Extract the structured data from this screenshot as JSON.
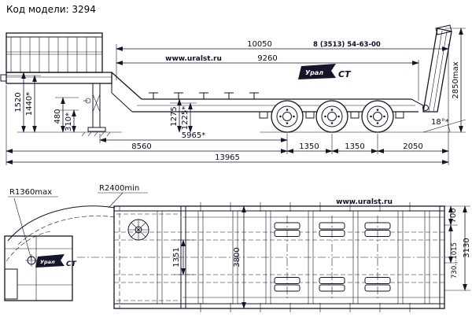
{
  "page": {
    "model_code": "Код модели: 3294"
  },
  "contact": {
    "phone": "8 (3513) 54-63-00",
    "website": "www.uralst.ru"
  },
  "brand": {
    "ural": "Урал",
    "st": "СТ"
  },
  "side_view": {
    "dims": {
      "overall_top": "10050",
      "platform": "9260",
      "front_height": "1520",
      "front_height_alt": "1440*",
      "neck_clearance": "480",
      "neck_clearance_alt": "310*",
      "deck_height": "1275",
      "deck_height_alt": "1225*",
      "rear_height": "2850max",
      "ramp_angle": "18°*",
      "base_front": "5965*",
      "front_to_axle1": "8560",
      "axle_spacing_1": "1350",
      "axle_spacing_2": "1350",
      "rear_overhang": "2050",
      "overall_length": "13965"
    }
  },
  "plan_view": {
    "dims": {
      "turn_radius_max": "R1360max",
      "turn_radius_min": "R2400min",
      "beam_spacing": "1351",
      "overall_width": "3800",
      "edge_offset": "700",
      "ramp_range": "730...1015",
      "frame_width": "3130"
    },
    "website": "www.uralst.ru"
  }
}
